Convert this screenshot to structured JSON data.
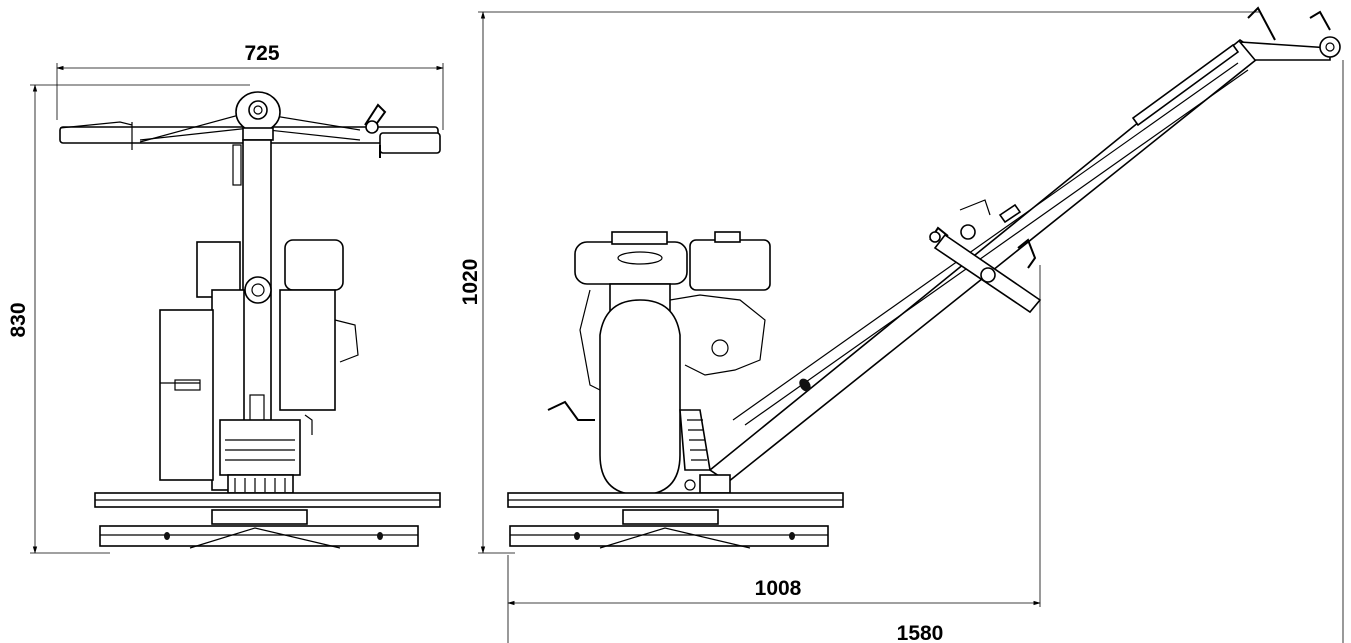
{
  "dimensions": {
    "front_width": "725",
    "front_height": "830",
    "side_height": "1020",
    "side_depth_short": "1008",
    "side_depth_long": "1580"
  }
}
